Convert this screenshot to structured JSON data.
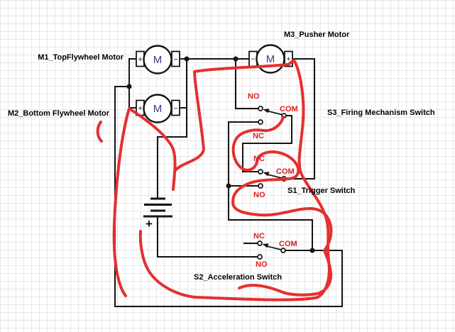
{
  "schematic": {
    "motors": {
      "m1": {
        "label": "M1_TopFlywheel Motor",
        "letter": "M",
        "left_terminal": "+",
        "right_terminal": "−"
      },
      "m2": {
        "label": "M2_Bottom Flywheel Motor",
        "letter": "M",
        "left_terminal": "+",
        "right_terminal": "−"
      },
      "m3": {
        "label": "M3_Pusher Motor",
        "letter": "M",
        "left_terminal": "−",
        "right_terminal": "+"
      }
    },
    "switches": {
      "s3": {
        "label": "S3_Firing Mechanism Switch",
        "no": "NO",
        "com": "COM",
        "nc": "NC"
      },
      "s1": {
        "label": "S1_Trigger Switch",
        "no": "NO",
        "com": "COM",
        "nc": "NC"
      },
      "s2": {
        "label": "S2_Acceleration Switch",
        "no": "NO",
        "com": "COM",
        "nc": "NC"
      }
    },
    "battery": {
      "polarity": "+"
    },
    "colors": {
      "wire": "#141414",
      "annotation_red": "#e43030",
      "red_label": "#dd2020",
      "motor_letter": "#3a3a85",
      "grid": "#e7e7e7"
    }
  }
}
